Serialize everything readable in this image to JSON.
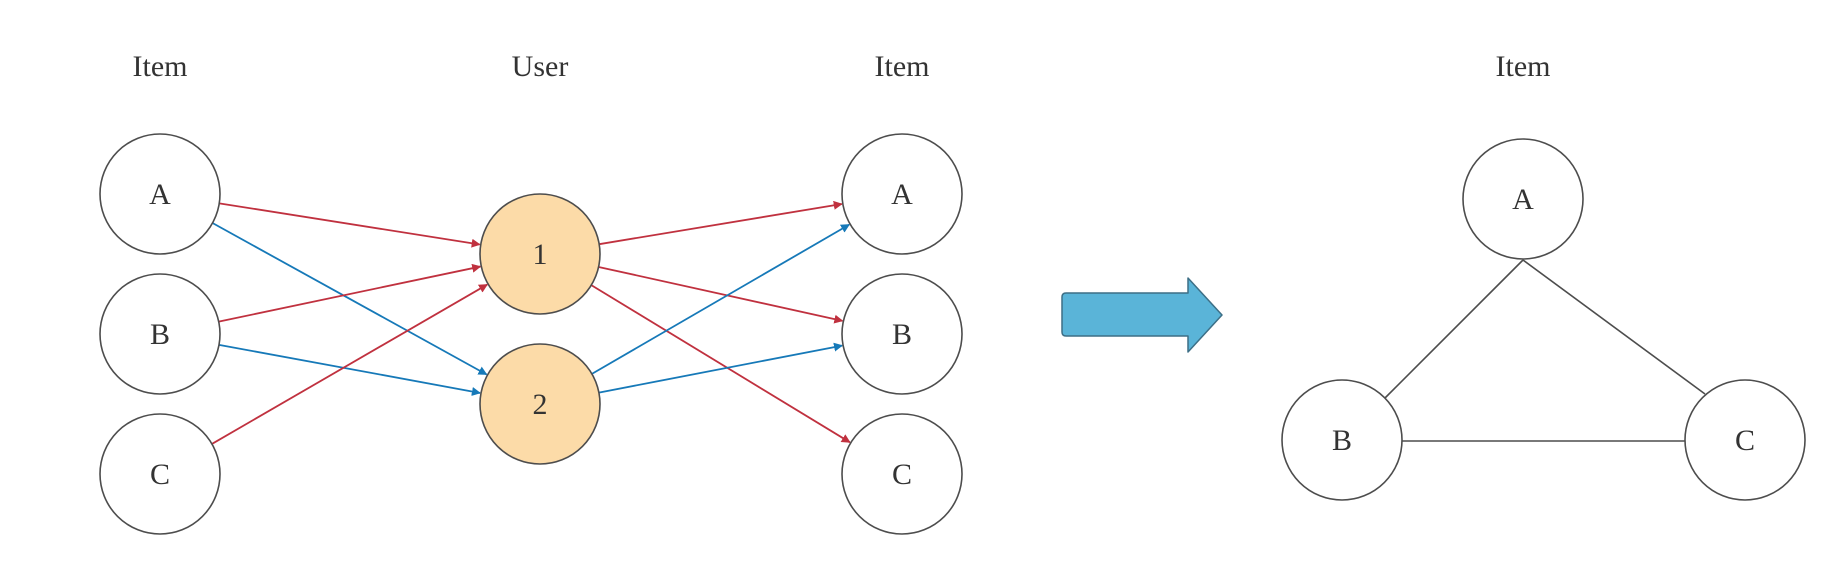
{
  "colors": {
    "red_edge": "#c0313f",
    "blue_edge": "#1679b8",
    "user_fill": "#fcdba8",
    "arrow_fill": "#5ab4d8"
  },
  "headers": {
    "left_items": "Item",
    "users": "User",
    "right_items": "Item",
    "result_items": "Item"
  },
  "left_items": [
    {
      "label": "A"
    },
    {
      "label": "B"
    },
    {
      "label": "C"
    }
  ],
  "users": [
    {
      "label": "1"
    },
    {
      "label": "2"
    }
  ],
  "right_items": [
    {
      "label": "A"
    },
    {
      "label": "B"
    },
    {
      "label": "C"
    }
  ],
  "result_graph": {
    "nodes": [
      {
        "label": "A"
      },
      {
        "label": "B"
      },
      {
        "label": "C"
      }
    ],
    "edges": [
      [
        "A",
        "B"
      ],
      [
        "A",
        "C"
      ],
      [
        "B",
        "C"
      ]
    ]
  },
  "bipartite_edges": [
    {
      "from": "A",
      "to": "1",
      "color": "red"
    },
    {
      "from": "A",
      "to": "2",
      "color": "blue"
    },
    {
      "from": "B",
      "to": "1",
      "color": "red"
    },
    {
      "from": "B",
      "to": "2",
      "color": "blue"
    },
    {
      "from": "C",
      "to": "1",
      "color": "red"
    },
    {
      "from": "1",
      "to": "A",
      "color": "red"
    },
    {
      "from": "1",
      "to": "B",
      "color": "red"
    },
    {
      "from": "1",
      "to": "C",
      "color": "red"
    },
    {
      "from": "2",
      "to": "A",
      "color": "blue"
    },
    {
      "from": "2",
      "to": "B",
      "color": "blue"
    }
  ]
}
